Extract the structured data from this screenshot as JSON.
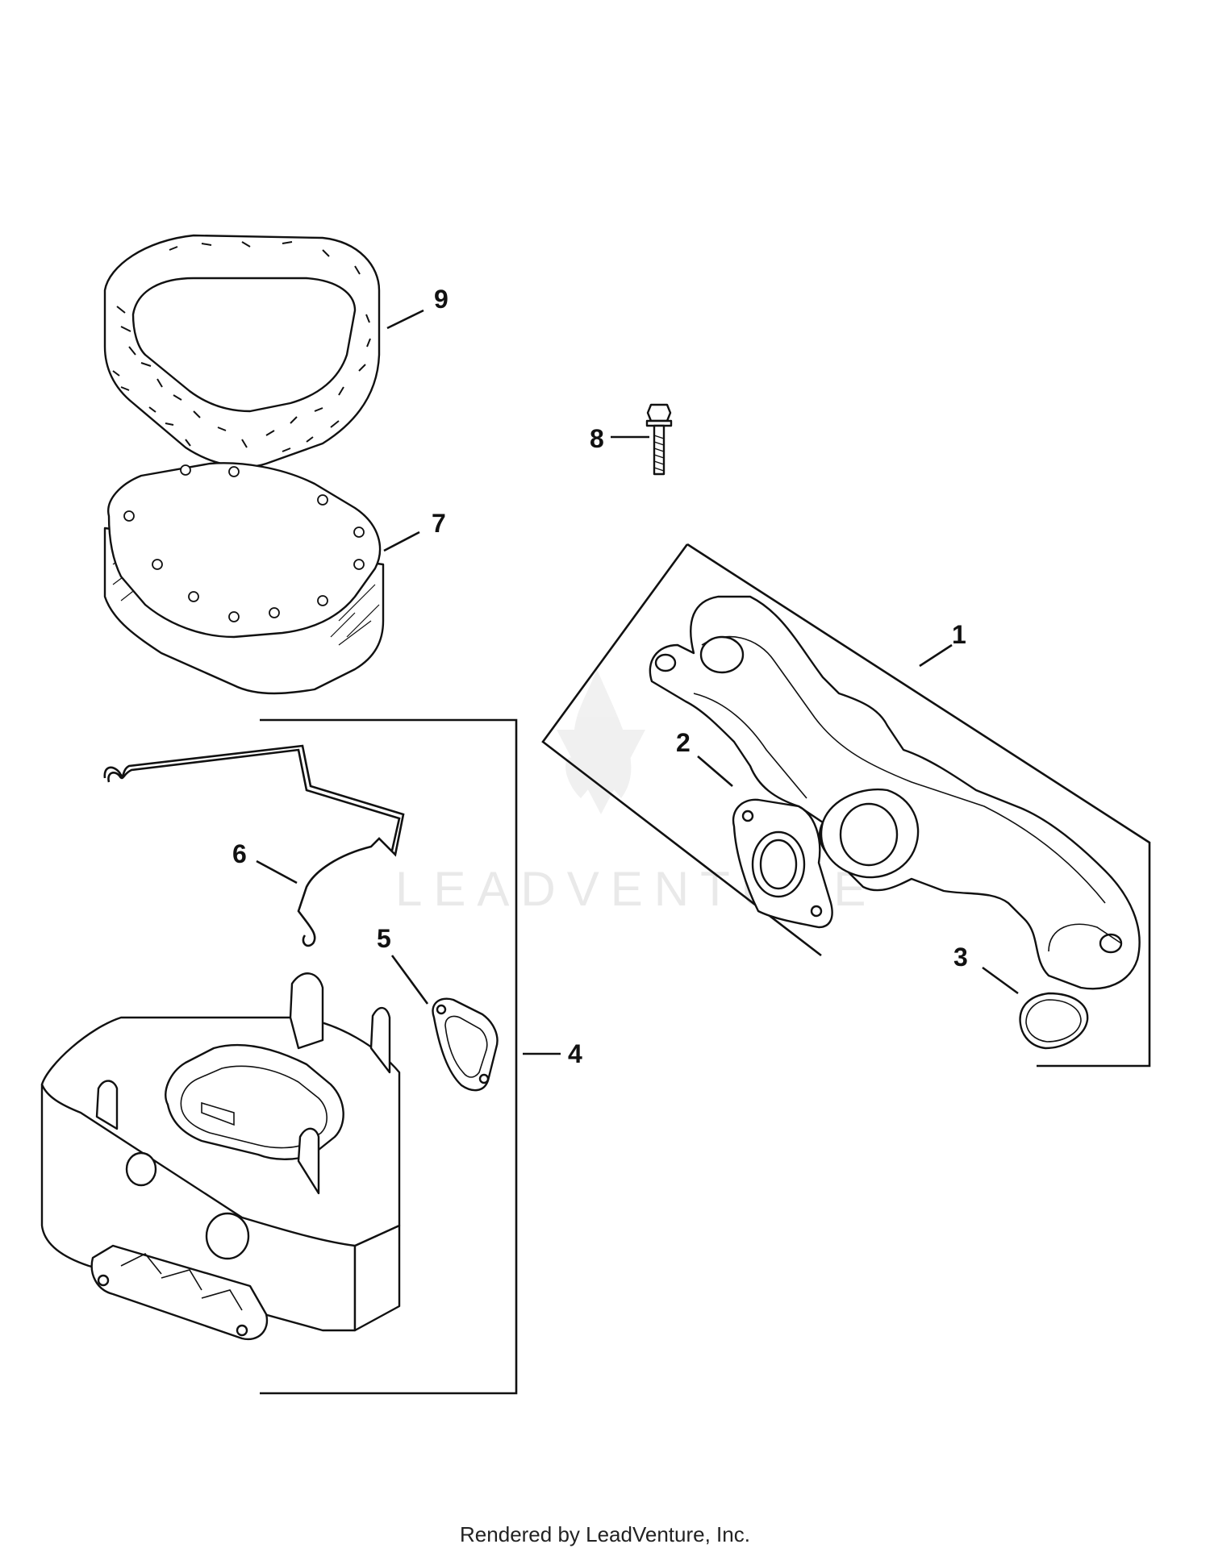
{
  "watermark": "LEADVENTURE",
  "footer": "Rendered by LeadVenture, Inc.",
  "callouts": {
    "c1": "1",
    "c2": "2",
    "c3": "3",
    "c4": "4",
    "c5": "5",
    "c6": "6",
    "c7": "7",
    "c8": "8",
    "c9": "9"
  }
}
